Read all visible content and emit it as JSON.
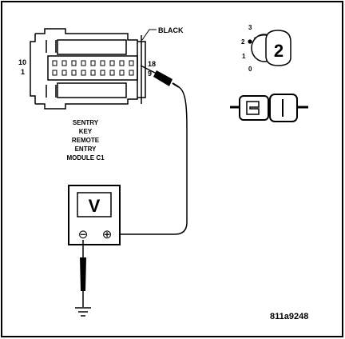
{
  "diagram": {
    "wire_color_label": "BLACK",
    "pin_numbers": {
      "left_top": "10",
      "left_bottom": "1",
      "right_top": "18",
      "right_bottom": "9"
    },
    "module_label_lines": [
      "SENTRY",
      "KEY",
      "REMOTE",
      "ENTRY",
      "MODULE C1"
    ],
    "meter": {
      "display_symbol": "V",
      "negative_symbol": "⊖",
      "positive_symbol": "⊕"
    },
    "ignition": {
      "positions": [
        "3",
        "2",
        "1",
        "0"
      ],
      "key_number": "2"
    },
    "figure_code": "811a9248"
  }
}
